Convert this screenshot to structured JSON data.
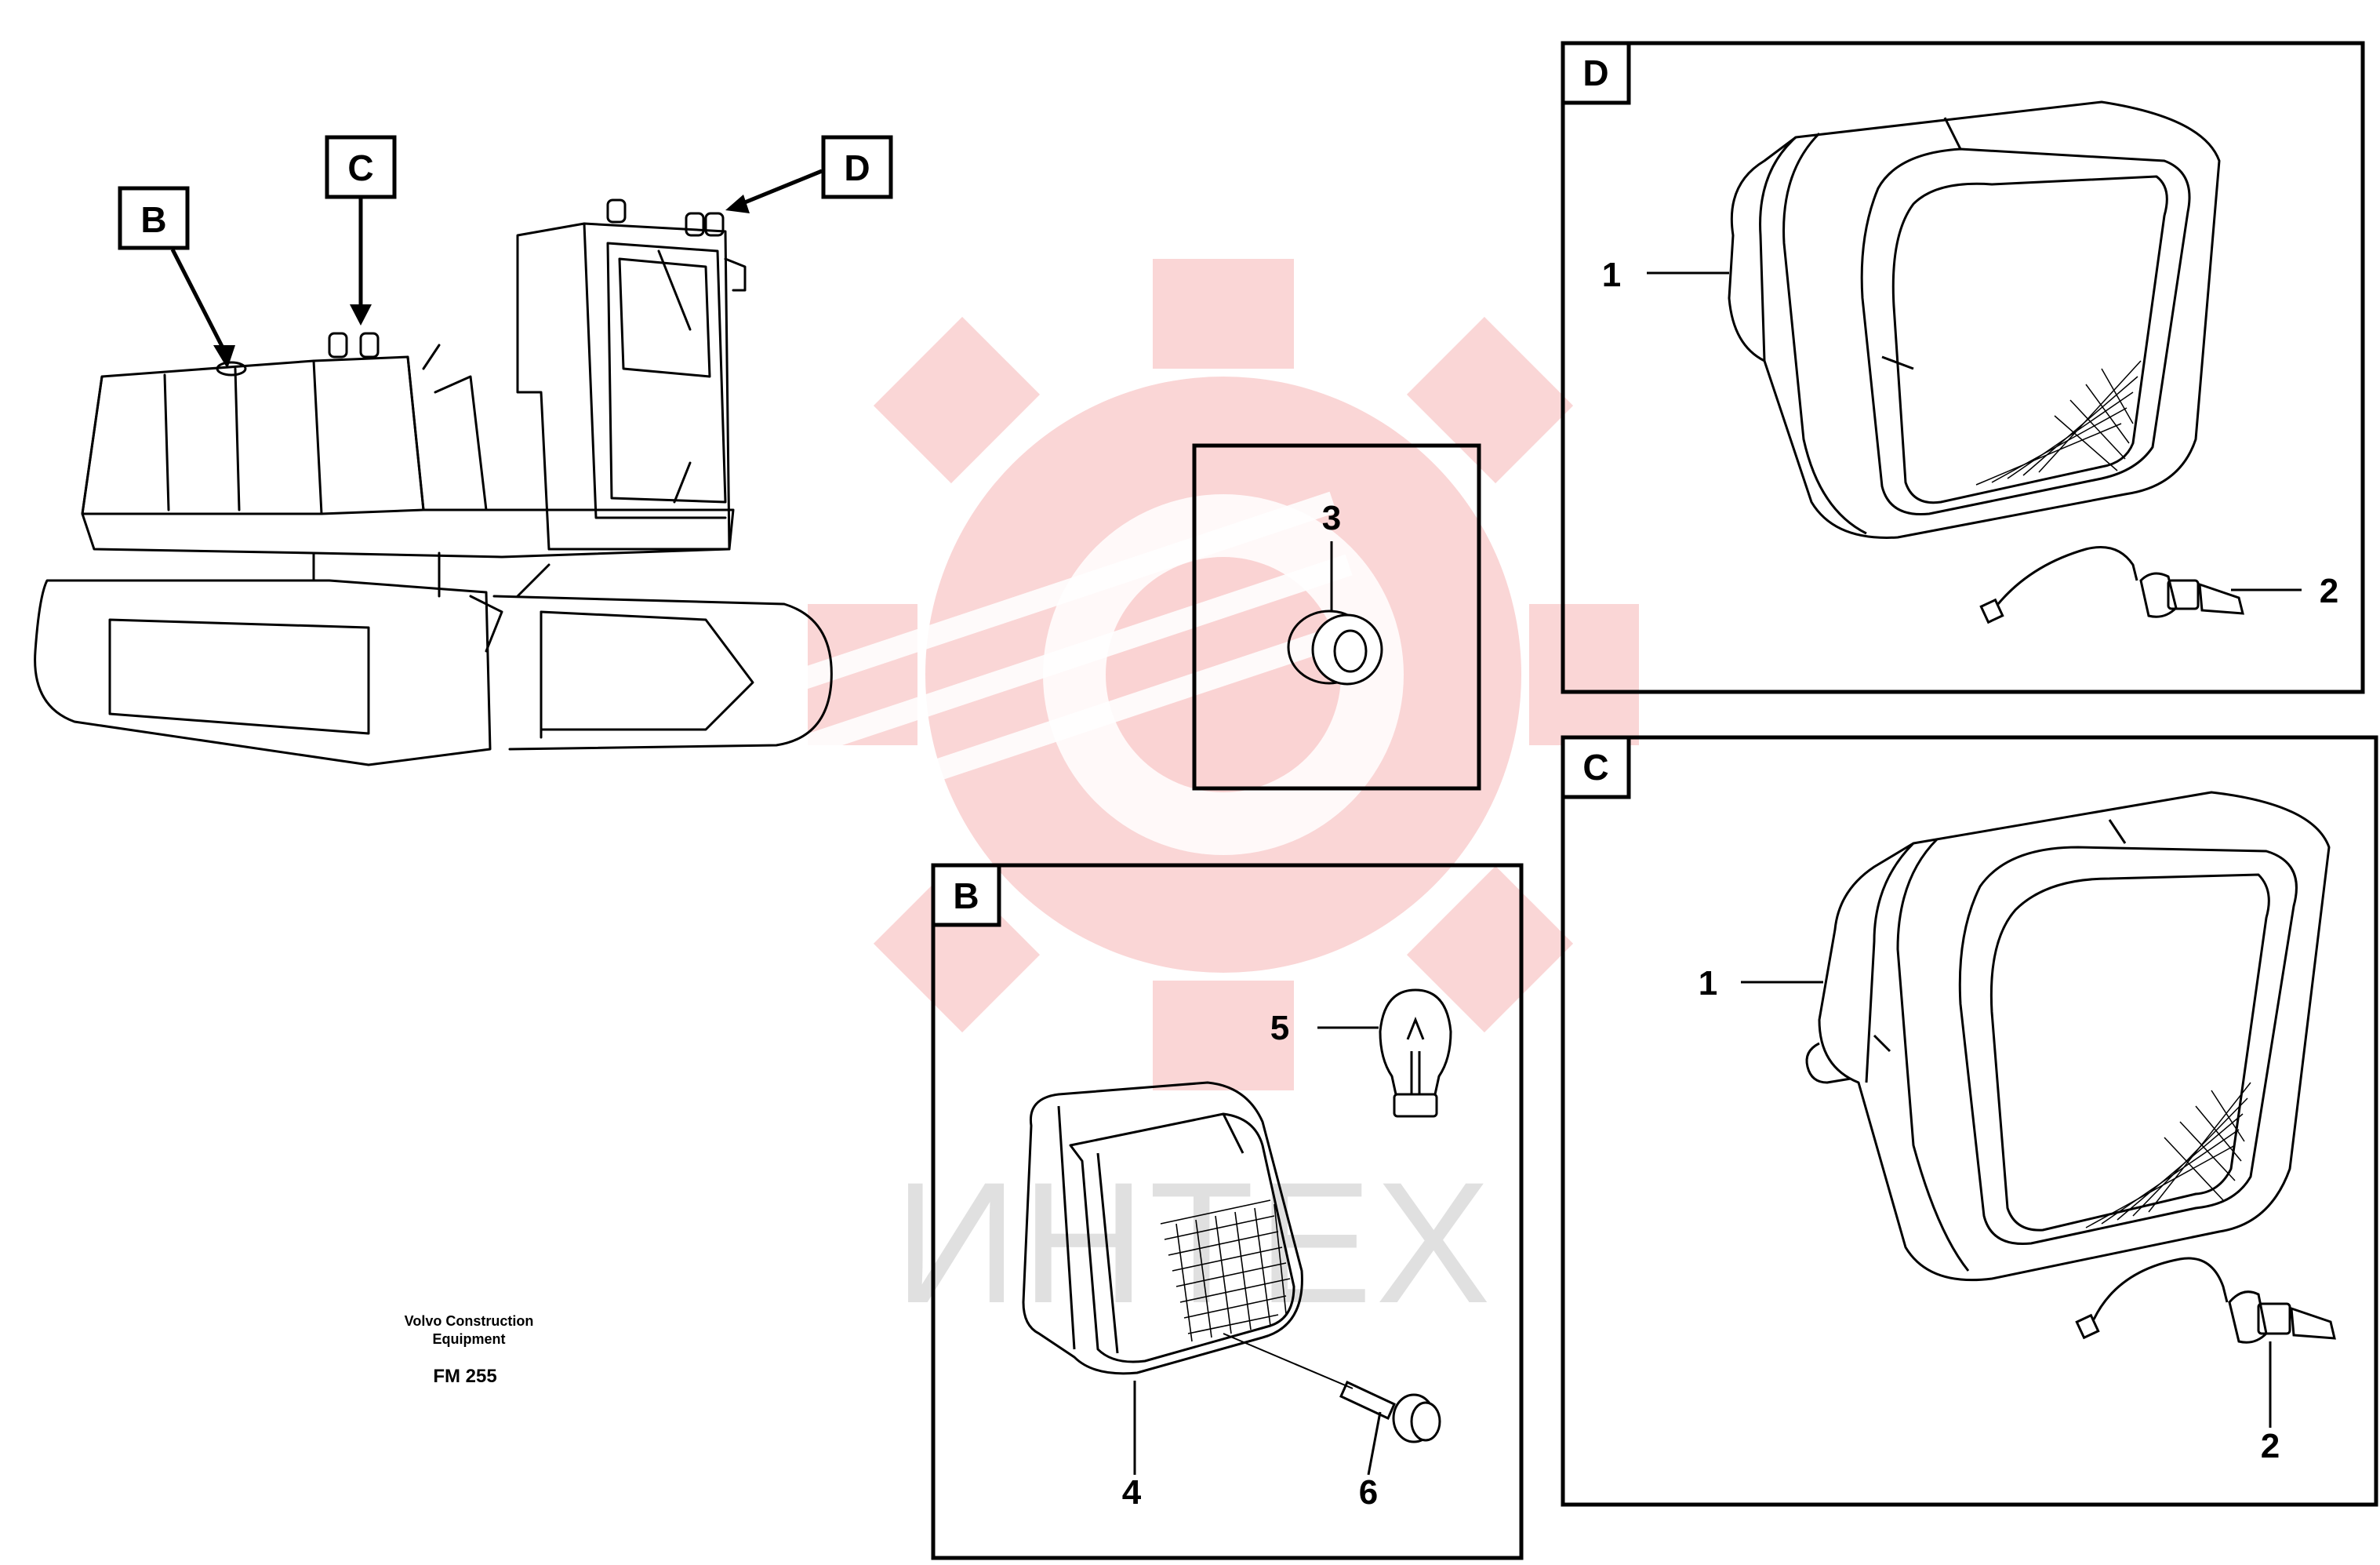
{
  "callouts": {
    "overview_b": "B",
    "overview_c": "C",
    "overview_d": "D"
  },
  "panels": {
    "d": {
      "letter": "D",
      "items": [
        "1",
        "2"
      ]
    },
    "c": {
      "letter": "C",
      "items": [
        "1",
        "2"
      ]
    },
    "b": {
      "letter": "B",
      "items": [
        "4",
        "5",
        "6"
      ]
    },
    "grommet": {
      "items": [
        "3"
      ]
    }
  },
  "caption": {
    "line1": "Volvo Construction",
    "line2": "Equipment",
    "code": "FM 255"
  },
  "watermark": {
    "text": "ИНТЕХ",
    "color": "#f2a3a3"
  },
  "colors": {
    "line": "#000000",
    "background": "#ffffff"
  }
}
